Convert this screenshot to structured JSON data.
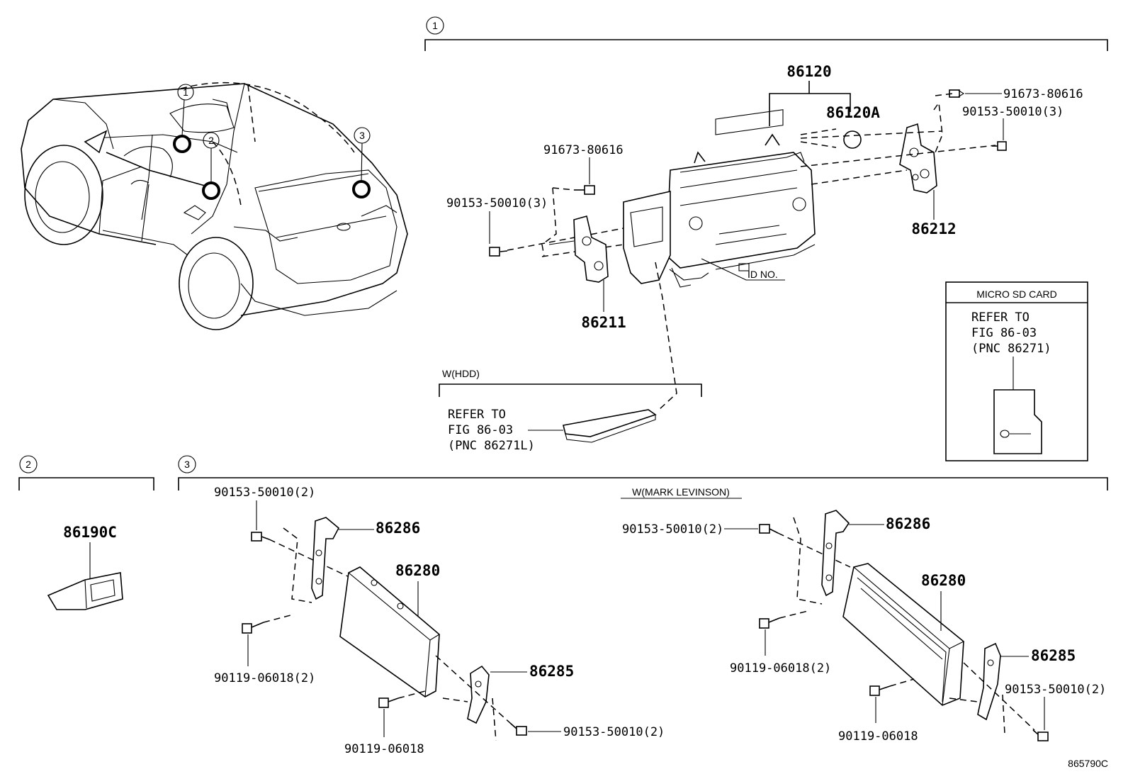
{
  "callouts": {
    "c1": "1",
    "c2": "2",
    "c3": "3"
  },
  "section1": {
    "p86120": "86120",
    "p86120A": "86120A",
    "p91673_top_right": "91673-80616",
    "p90153_top_right": "90153-50010(3)",
    "p91673_left": "91673-80616",
    "p90153_left": "90153-50010(3)",
    "p86212": "86212",
    "p86211": "86211",
    "id_no": "ID NO.",
    "hdd_header": "W(HDD)",
    "hdd_refer_line1": "REFER TO",
    "hdd_refer_line2": "FIG 86-03",
    "hdd_refer_line3": "(PNC 86271L)",
    "sd_header": "MICRO SD CARD",
    "sd_refer_line1": "REFER TO",
    "sd_refer_line2": "FIG 86-03",
    "sd_refer_line3": "(PNC 86271)"
  },
  "section2": {
    "p86190C": "86190C"
  },
  "section3": {
    "ml_header": "W(MARK LEVINSON)",
    "left": {
      "p90153_top": "90153-50010(2)",
      "p86286": "86286",
      "p86280": "86280",
      "p90119_mid": "90119-06018(2)",
      "p86285": "86285",
      "p90119_bottom": "90119-06018",
      "p90153_bottom": "90153-50010(2)"
    },
    "right": {
      "p90153_top": "90153-50010(2)",
      "p86286": "86286",
      "p86280": "86280",
      "p90119_mid": "90119-06018(2)",
      "p86285": "86285",
      "p90153_right": "90153-50010(2)",
      "p90119_bottom": "90119-06018"
    }
  },
  "figure_code": "865790C"
}
